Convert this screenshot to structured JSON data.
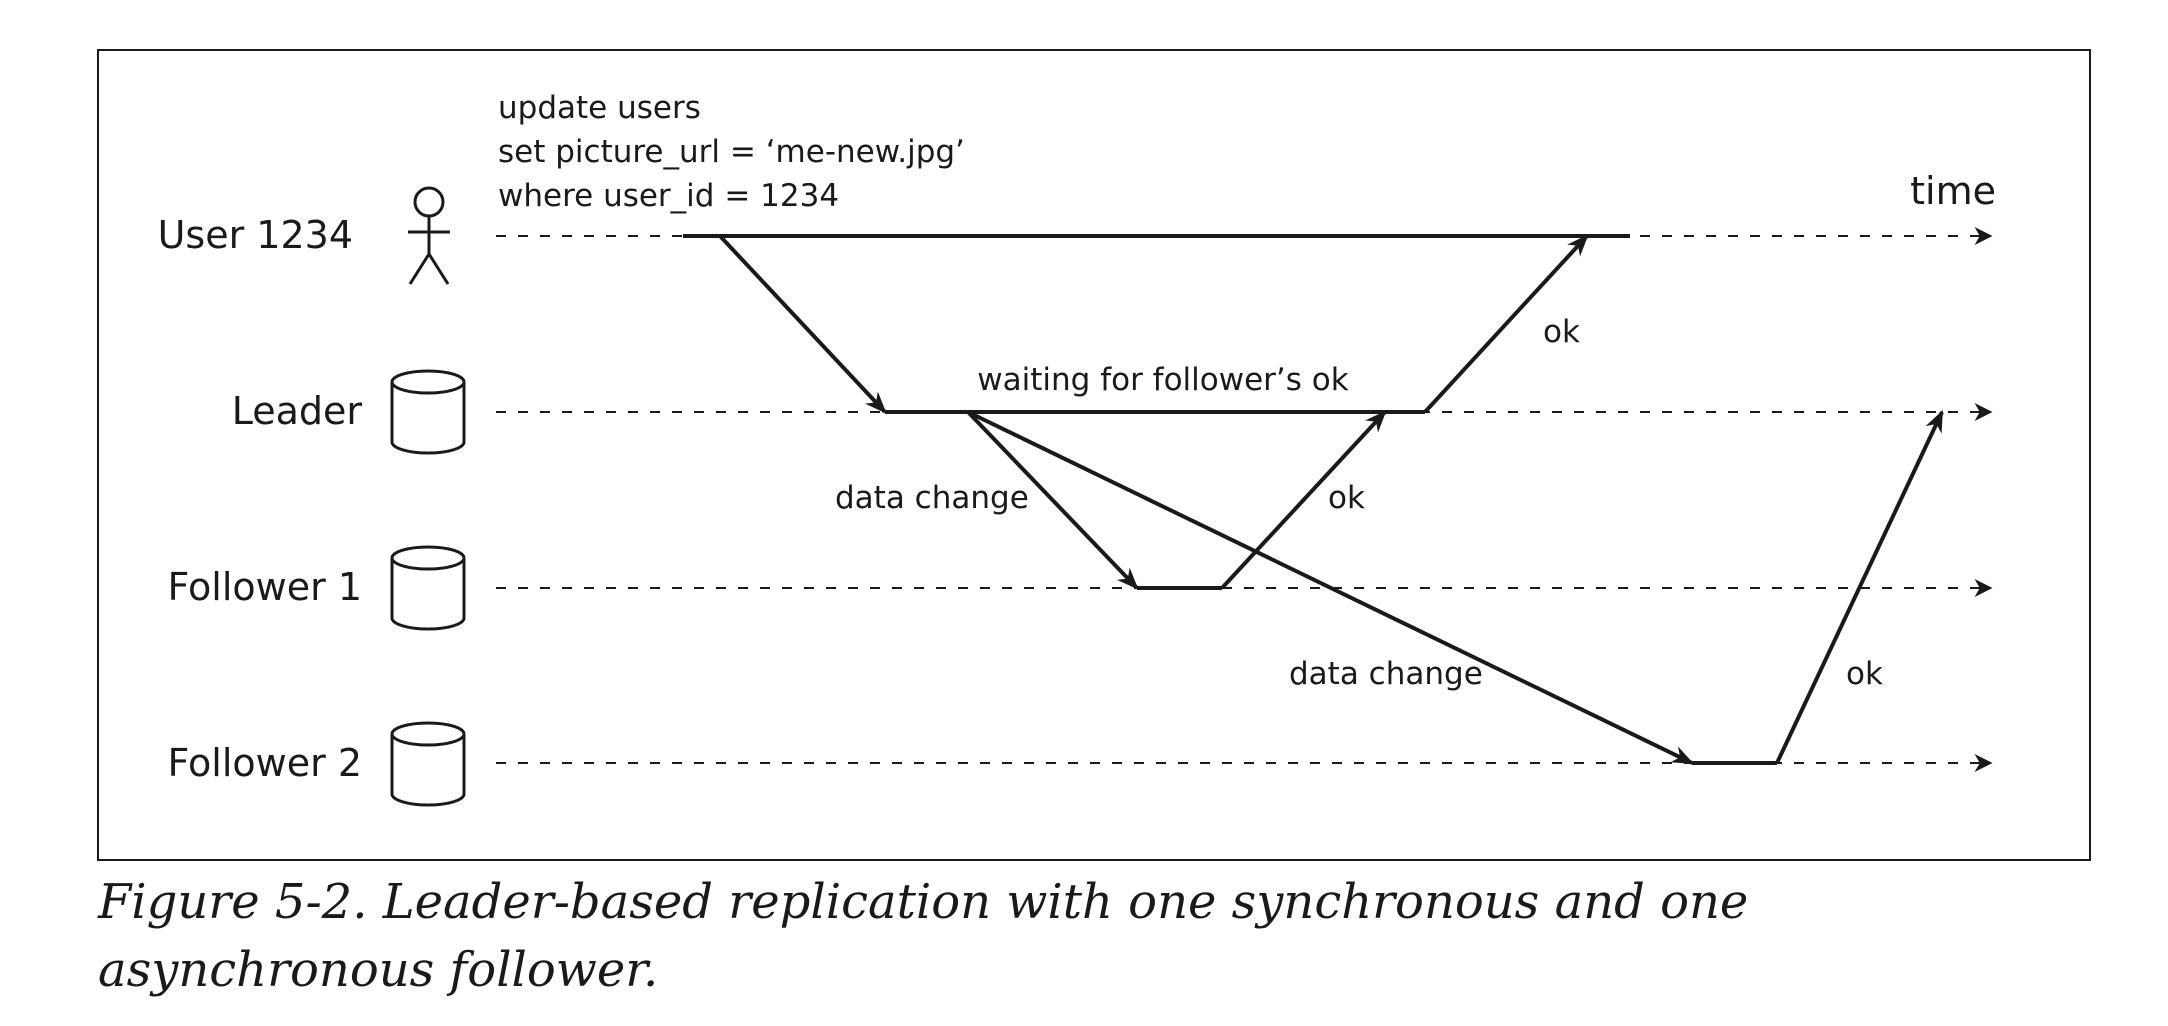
{
  "diagram": {
    "query_lines": [
      "update users",
      "set picture_url = ‘me-new.jpg’",
      "where user_id = 1234"
    ],
    "time_label": "time",
    "rows": {
      "user": "User 1234",
      "leader": "Leader",
      "follower1": "Follower 1",
      "follower2": "Follower 2"
    },
    "annotations": {
      "waiting": "waiting for follower’s ok",
      "data_change_1": "data change",
      "data_change_2": "data change",
      "ok_leader_to_user": "ok",
      "ok_f1_to_leader": "ok",
      "ok_f2_to_leader": "ok"
    },
    "icons": {
      "user": "person-icon",
      "leader": "database-icon",
      "follower1": "database-icon",
      "follower2": "database-icon"
    }
  },
  "caption": "Figure 5-2. Leader-based replication with one synchronous and one asynchronous follower."
}
